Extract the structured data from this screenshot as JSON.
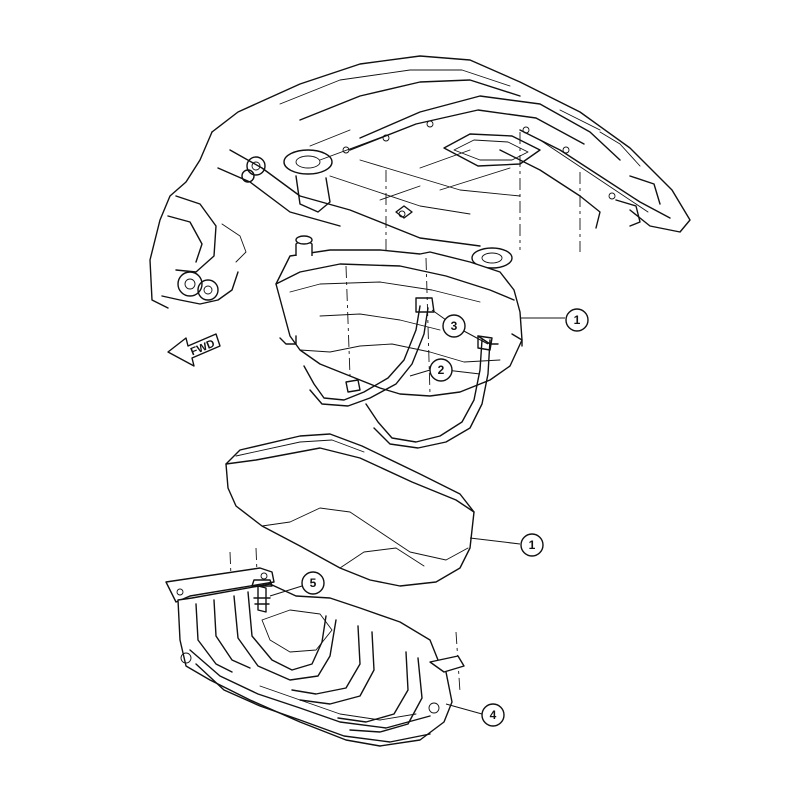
{
  "diagram": {
    "fwd_label": "FWD",
    "callouts": [
      {
        "id": "fuel-tank-upper",
        "label": "1"
      },
      {
        "id": "fuel-tank-lower",
        "label": "1"
      },
      {
        "id": "tank-strap",
        "label": "2"
      },
      {
        "id": "strap-bolt",
        "label": "3"
      },
      {
        "id": "skid-plate",
        "label": "4"
      },
      {
        "id": "skid-plate-bolt",
        "label": "5"
      }
    ],
    "colors": {
      "line": "#111111",
      "background": "#ffffff"
    }
  }
}
